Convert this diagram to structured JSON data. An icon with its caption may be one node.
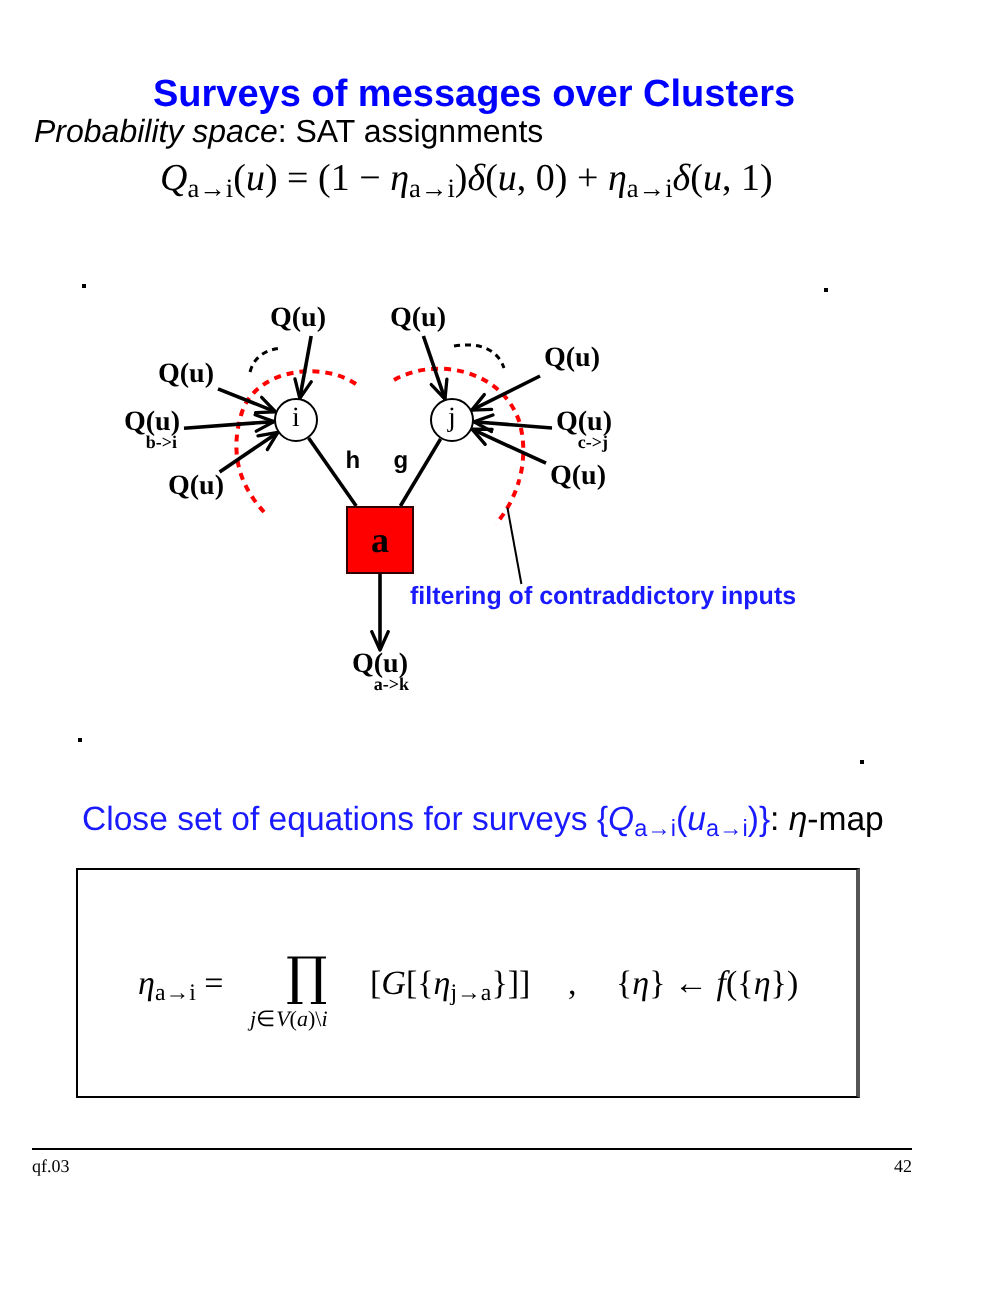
{
  "diagram": {
    "title": "Surveys of messages over Clusters",
    "nodes": [
      {
        "text": [
          "Q(u)"
        ]
      },
      {
        "text": [
          "Q(u)"
        ]
      },
      {
        "text": [
          "Q(u)"
        ]
      },
      {
        "text": [
          "Q(u)"
        ]
      },
      {
        "text": [
          "Q$_{b->i}$(u)"
        ]
      },
      {
        "text": [
          "i"
        ]
      },
      {
        "text": [
          "j"
        ]
      },
      {
        "text": [
          "Q$_{c->j}$(u)"
        ]
      },
      {
        "text": [
          "Q(u)"
        ]
      },
      {
        "text": [
          "Q(u)"
        ]
      },
      {
        "text": [
          "a"
        ]
      },
      {
        "text": [],
        "shape": "arc"
      },
      {
        "text": [
          "filtering of contraddictory inputs"
        ]
      },
      {
        "text": [
          "Q$_{a->k}$(u)"
        ]
      },
      {
        "text": [
          "*η*$_{a→i}$ =",
          "∏",
          "*j*∈*V*(*a*)\\*i*",
          "[*G*[{*η*$_{j→a}$}]]",
          ",",
          "{*η*} ← *f*({*η*})"
        ]
      }
    ],
    "edges": [
      {
        "from": 0,
        "to": 5,
        "arrow": "to"
      },
      {
        "from": 3,
        "to": 5,
        "arrow": "to"
      },
      {
        "from": 4,
        "to": 5,
        "arrow": "to"
      },
      {
        "from": 9,
        "to": 5,
        "arrow": "to"
      },
      {
        "from": 1,
        "to": 6,
        "arrow": "to"
      },
      {
        "from": 2,
        "to": 6,
        "arrow": "to"
      },
      {
        "from": 7,
        "to": 6,
        "arrow": "to"
      },
      {
        "from": 8,
        "to": 6,
        "arrow": "to"
      },
      {
        "from": 5,
        "to": 10,
        "arrow": "none",
        "label": "h"
      },
      {
        "from": 6,
        "to": 10,
        "arrow": "none",
        "label": "g"
      },
      {
        "from": 10,
        "to": 13,
        "arrow": "to"
      },
      {
        "from": 12,
        "to": 11,
        "arrow": "none"
      }
    ],
    "labels": [
      "*Probability space*: SAT assignments",
      "*Q*$_{a→i}$(*u*) = (1 − *η*$_{a→i}$)*δ*(*u*, 0) + *η*$_{a→i}$*δ*(*u*, 1)",
      "Close set of equations for surveys {*Q*$_{a→i}$(*u*$_{a→i}$)}",
      ": *η*-map",
      "qf.03",
      "42"
    ]
  }
}
